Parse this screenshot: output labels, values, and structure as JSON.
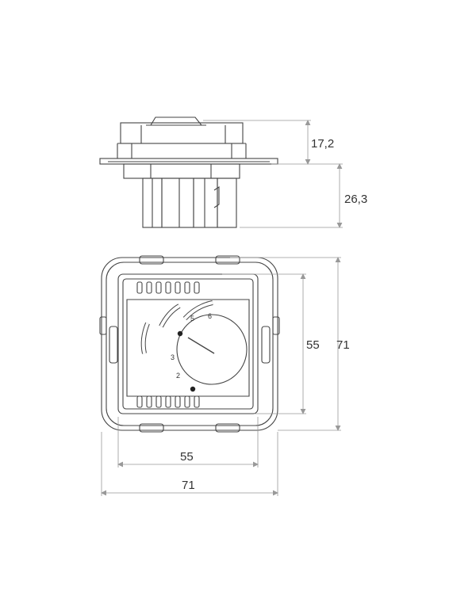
{
  "dimensions": {
    "side_top_height": "17,2",
    "side_bottom_height": "26,3",
    "front_inner_height": "55",
    "front_outer_height": "71",
    "front_inner_width": "55",
    "front_outer_width": "71"
  },
  "dial": {
    "marks": [
      "2",
      "3",
      "5",
      "6"
    ]
  }
}
